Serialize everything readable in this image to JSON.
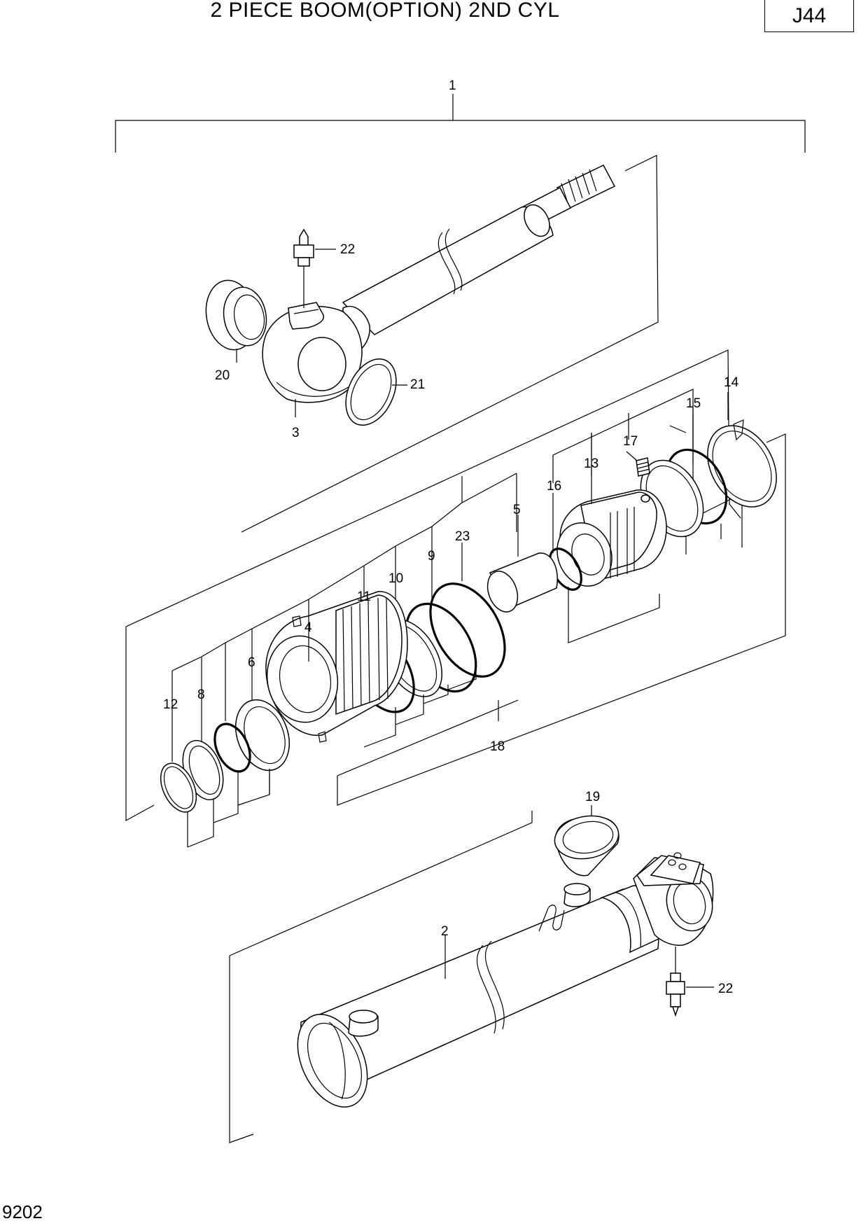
{
  "header": {
    "title": "2 PIECE BOOM(OPTION) 2ND CYL",
    "page_code": "J44"
  },
  "footer": {
    "sheet_number": "9202"
  },
  "callouts": [
    {
      "id": "c1",
      "text": "1"
    },
    {
      "id": "c22a",
      "text": "22"
    },
    {
      "id": "c20",
      "text": "20"
    },
    {
      "id": "c21",
      "text": "21"
    },
    {
      "id": "c3",
      "text": "3"
    },
    {
      "id": "c14",
      "text": "14"
    },
    {
      "id": "c15",
      "text": "15"
    },
    {
      "id": "c17",
      "text": "17"
    },
    {
      "id": "c13",
      "text": "13"
    },
    {
      "id": "c16",
      "text": "16"
    },
    {
      "id": "c5",
      "text": "5"
    },
    {
      "id": "c23",
      "text": "23"
    },
    {
      "id": "c9",
      "text": "9"
    },
    {
      "id": "c10",
      "text": "10"
    },
    {
      "id": "c11",
      "text": "11"
    },
    {
      "id": "c4",
      "text": "4"
    },
    {
      "id": "c6",
      "text": "6"
    },
    {
      "id": "c8",
      "text": "8"
    },
    {
      "id": "c12",
      "text": "12"
    },
    {
      "id": "c18",
      "text": "18"
    },
    {
      "id": "c19",
      "text": "19"
    },
    {
      "id": "c2",
      "text": "2"
    },
    {
      "id": "c22b",
      "text": "22"
    }
  ]
}
